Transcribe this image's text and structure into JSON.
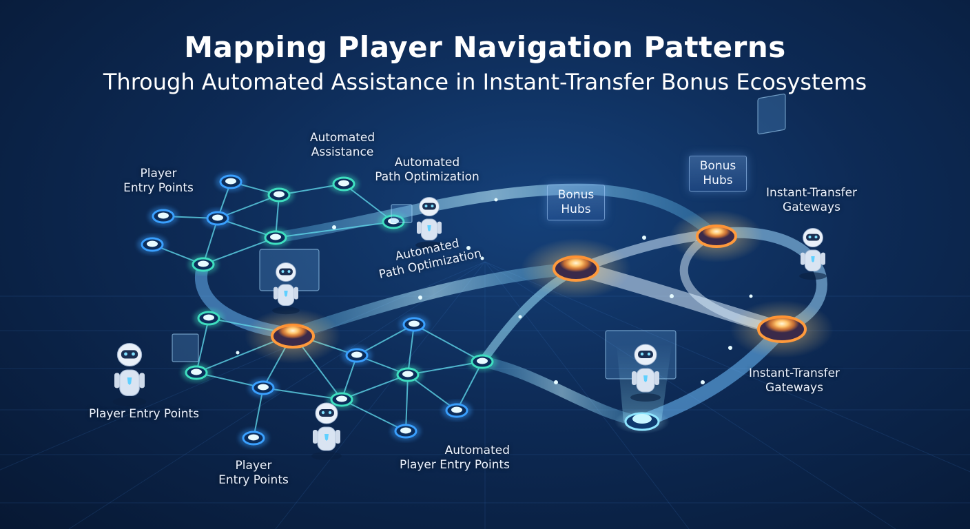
{
  "title": {
    "main": "Mapping Player Navigation Patterns",
    "sub": "Through Automated Assistance in Instant-Transfer Bonus Ecosystems"
  },
  "labels": {
    "entry_top": [
      "Player",
      "Entry Points"
    ],
    "assist_top": [
      "Automated",
      "Assistance"
    ],
    "path_top": [
      "Automated",
      "Path Optimization"
    ],
    "path_mid": [
      "Automated",
      "Path Optimization"
    ],
    "hubs_left": [
      "Bonus",
      "Hubs"
    ],
    "hubs_right": [
      "Bonus",
      "Hubs"
    ],
    "gateways_top": [
      "Instant-Transfer",
      "Gateways"
    ],
    "gateways_bottom": [
      "Instant-Transfer",
      "Gateways"
    ],
    "entry_left": "Player Entry Points",
    "entry_bottom": [
      "Player",
      "Entry Points"
    ],
    "auto_entry": [
      "Automated",
      "Player Entry Points"
    ]
  },
  "icons": {
    "robot": "robot-assistant-icon",
    "hub": "glowing-hub-icon",
    "node": "network-node-icon",
    "screen": "holographic-screen-icon"
  },
  "colors": {
    "background": "#0d2a55",
    "node_blue": "#3aa0ff",
    "node_teal": "#3fe0c0",
    "hub_orange": "#ff9a3c",
    "flow": "#7fd4ff",
    "title": "#ffffff"
  }
}
